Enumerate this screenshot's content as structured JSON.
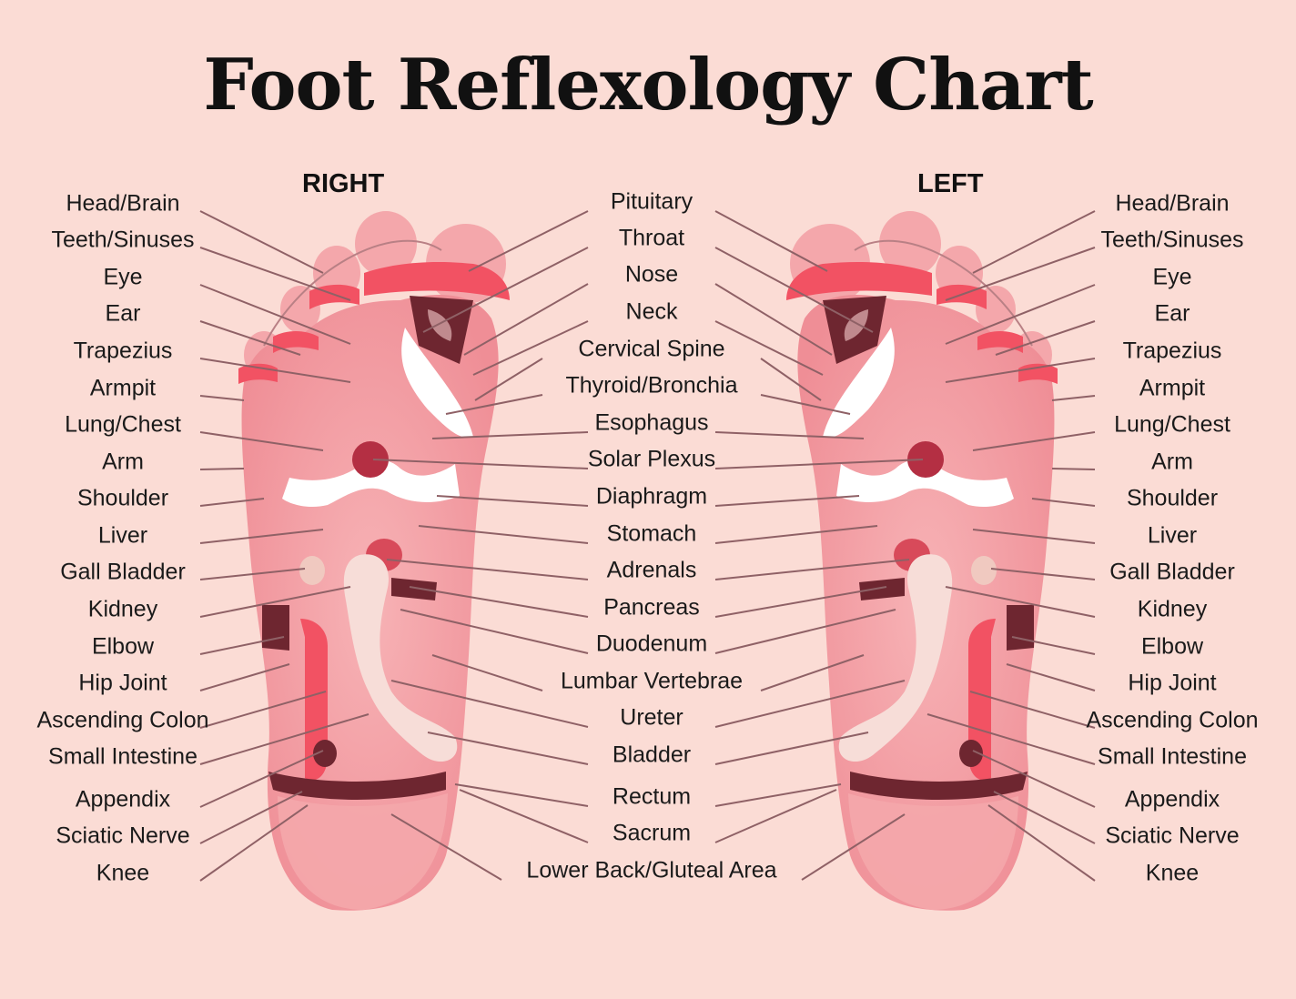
{
  "title": "Foot Reflexology Chart",
  "right_label": "RIGHT",
  "left_label": "LEFT",
  "colors": {
    "background": "#fbdcd5",
    "foot_base": "#f3a3a8",
    "zone_red": "#f25263",
    "zone_pink": "#f5b8bb",
    "zone_dark": "#6e2630",
    "zone_white": "#ffffff",
    "leader": "#8f6166"
  },
  "left_column": [
    "Head/Brain",
    "Teeth/Sinuses",
    "Eye",
    "Ear",
    "Trapezius",
    "Armpit",
    "Lung/Chest",
    "Arm",
    "Shoulder",
    "Liver",
    "Gall Bladder",
    "Kidney",
    "Elbow",
    "Hip Joint",
    "Ascending Colon",
    "Small Intestine",
    "Appendix",
    "Sciatic Nerve",
    "Knee"
  ],
  "center_column": [
    "Pituitary",
    "Throat",
    "Nose",
    "Neck",
    "Cervical Spine",
    "Thyroid/Bronchia",
    "Esophagus",
    "Solar Plexus",
    "Diaphragm",
    "Stomach",
    "Adrenals",
    "Pancreas",
    "Duodenum",
    "Lumbar Vertebrae",
    "Ureter",
    "Bladder",
    "Rectum",
    "Sacrum",
    "Lower Back/Gluteal Area"
  ],
  "right_column": [
    "Head/Brain",
    "Teeth/Sinuses",
    "Eye",
    "Ear",
    "Trapezius",
    "Armpit",
    "Lung/Chest",
    "Arm",
    "Shoulder",
    "Liver",
    "Gall Bladder",
    "Kidney",
    "Elbow",
    "Hip Joint",
    "Ascending Colon",
    "Small Intestine",
    "Appendix",
    "Sciatic Nerve",
    "Knee"
  ]
}
